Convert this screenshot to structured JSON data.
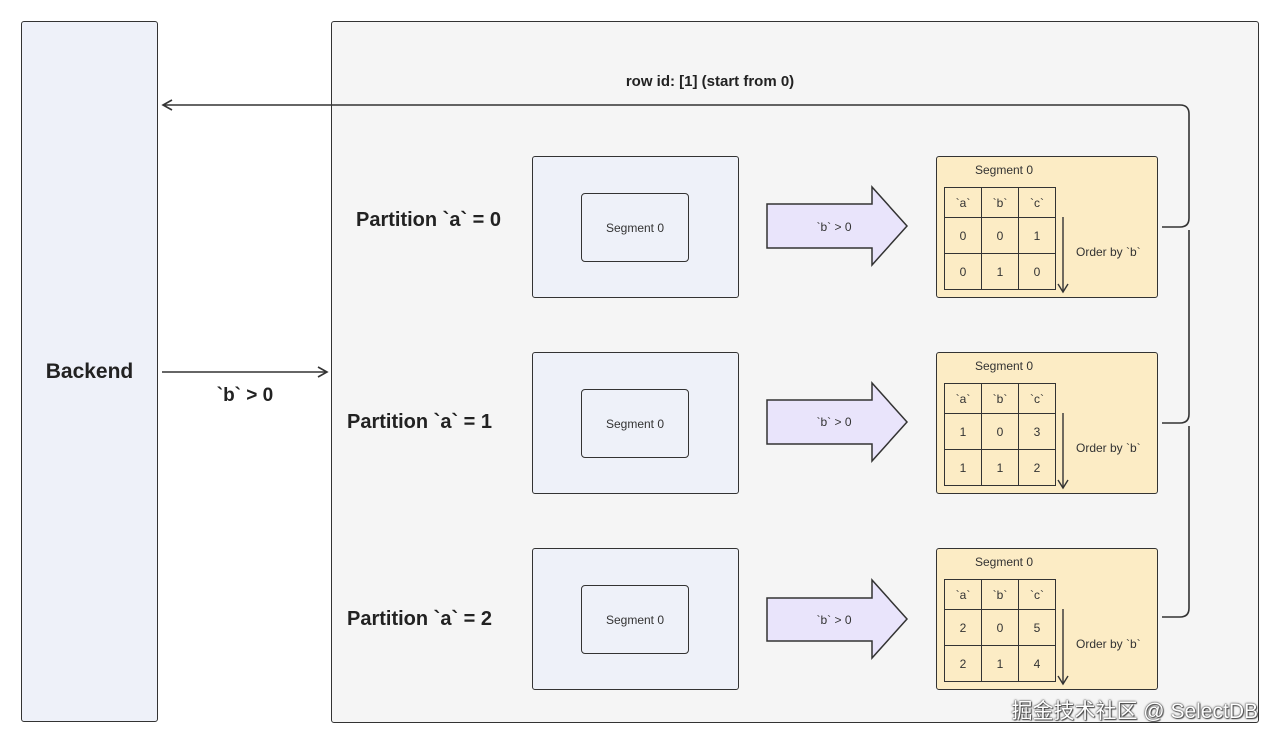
{
  "backend": {
    "label": "Backend"
  },
  "request": {
    "filter_label": "`b` > 0"
  },
  "response": {
    "label": "row id: [1]  (start from 0)"
  },
  "partitions": [
    {
      "label": "Partition `a` = 0",
      "segment_label": "Segment 0",
      "filter_label": "`b` > 0",
      "result": {
        "title": "Segment 0",
        "columns": [
          "`a`",
          "`b`",
          "`c`"
        ],
        "rows": [
          [
            "0",
            "0",
            "1"
          ],
          [
            "0",
            "1",
            "0"
          ]
        ],
        "order_label": "Order by `b`"
      }
    },
    {
      "label": "Partition `a` = 1",
      "segment_label": "Segment 0",
      "filter_label": "`b` > 0",
      "result": {
        "title": "Segment 0",
        "columns": [
          "`a`",
          "`b`",
          "`c`"
        ],
        "rows": [
          [
            "1",
            "0",
            "3"
          ],
          [
            "1",
            "1",
            "2"
          ]
        ],
        "order_label": "Order by `b`"
      }
    },
    {
      "label": "Partition `a` = 2",
      "segment_label": "Segment 0",
      "filter_label": "`b` > 0",
      "result": {
        "title": "Segment 0",
        "columns": [
          "`a`",
          "`b`",
          "`c`"
        ],
        "rows": [
          [
            "2",
            "0",
            "5"
          ],
          [
            "2",
            "1",
            "4"
          ]
        ],
        "order_label": "Order by `b`"
      }
    }
  ],
  "watermark": "掘金技术社区 @ SelectDB",
  "colors": {
    "backend_fill": "#eef1f9",
    "cluster_fill": "#f5f5f5",
    "segment_fill": "#eef1f9",
    "arrow_fill": "#e9e4fb",
    "result_fill": "#fcecc5",
    "stroke": "#333333"
  }
}
